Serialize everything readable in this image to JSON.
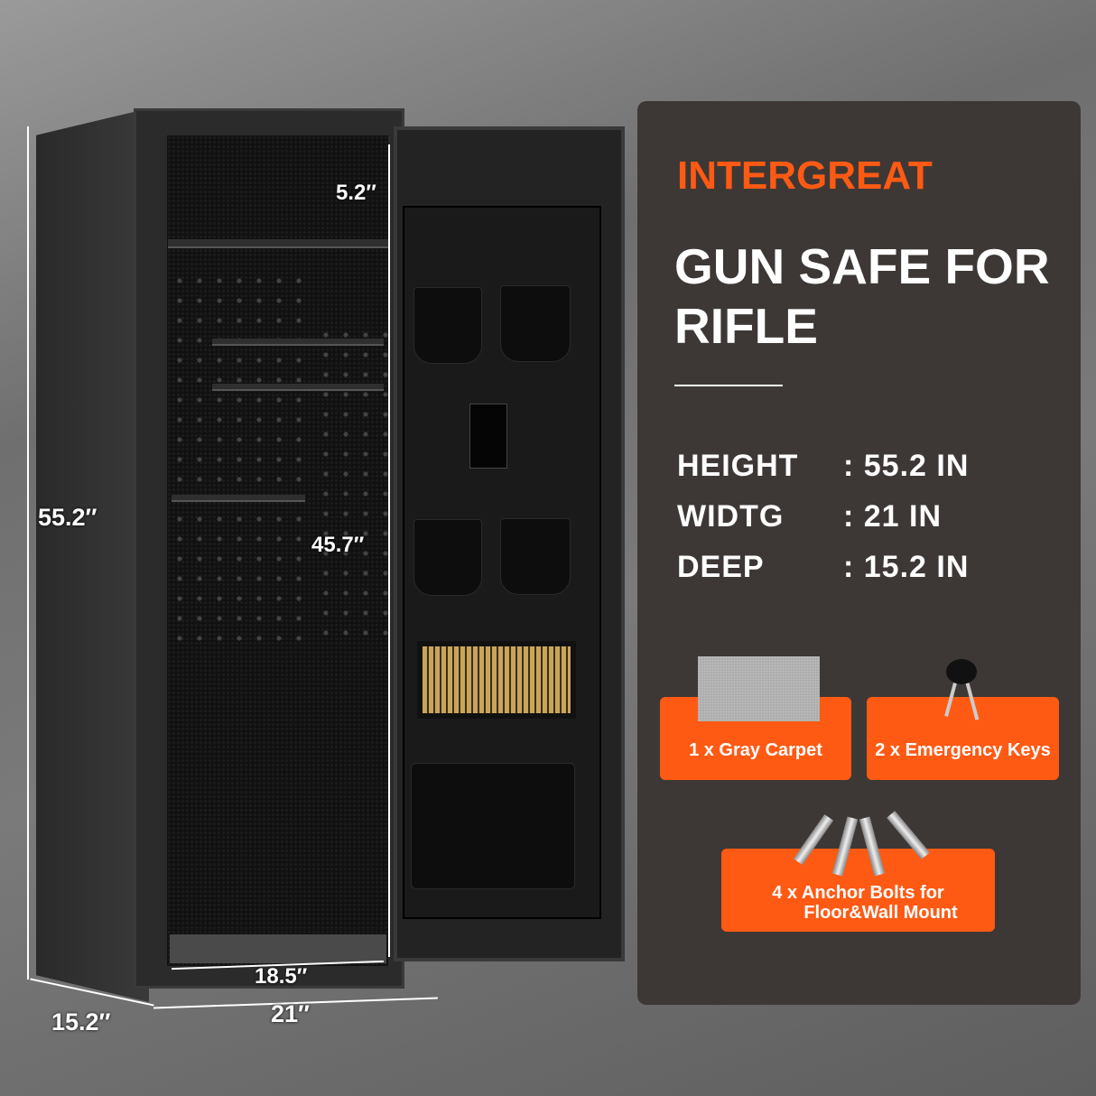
{
  "brand": "INTERGREAT",
  "title": "GUN SAFE FOR RIFLE",
  "specs": [
    {
      "label": "HEIGHT",
      "value": ": 55.2 IN"
    },
    {
      "label": "WIDTG",
      "value": ": 21 IN"
    },
    {
      "label": "DEEP",
      "value": ": 15.2 IN"
    }
  ],
  "accessories": [
    {
      "label": "1 x Gray Carpet",
      "icon": "carpet"
    },
    {
      "label": "2 x Emergency Keys",
      "icon": "keys"
    },
    {
      "label": "4 x Anchor Bolts for",
      "label2": "Floor&Wall Mount",
      "icon": "anchor-bolts"
    }
  ],
  "dimensions": {
    "top_shelf": "5.2″",
    "height": "55.2″",
    "inner_height": "45.7″",
    "inner_width": "18.5″",
    "depth": "15.2″",
    "width": "21″"
  },
  "colors": {
    "accent": "#ff5a14",
    "panel": "#3d3835"
  }
}
